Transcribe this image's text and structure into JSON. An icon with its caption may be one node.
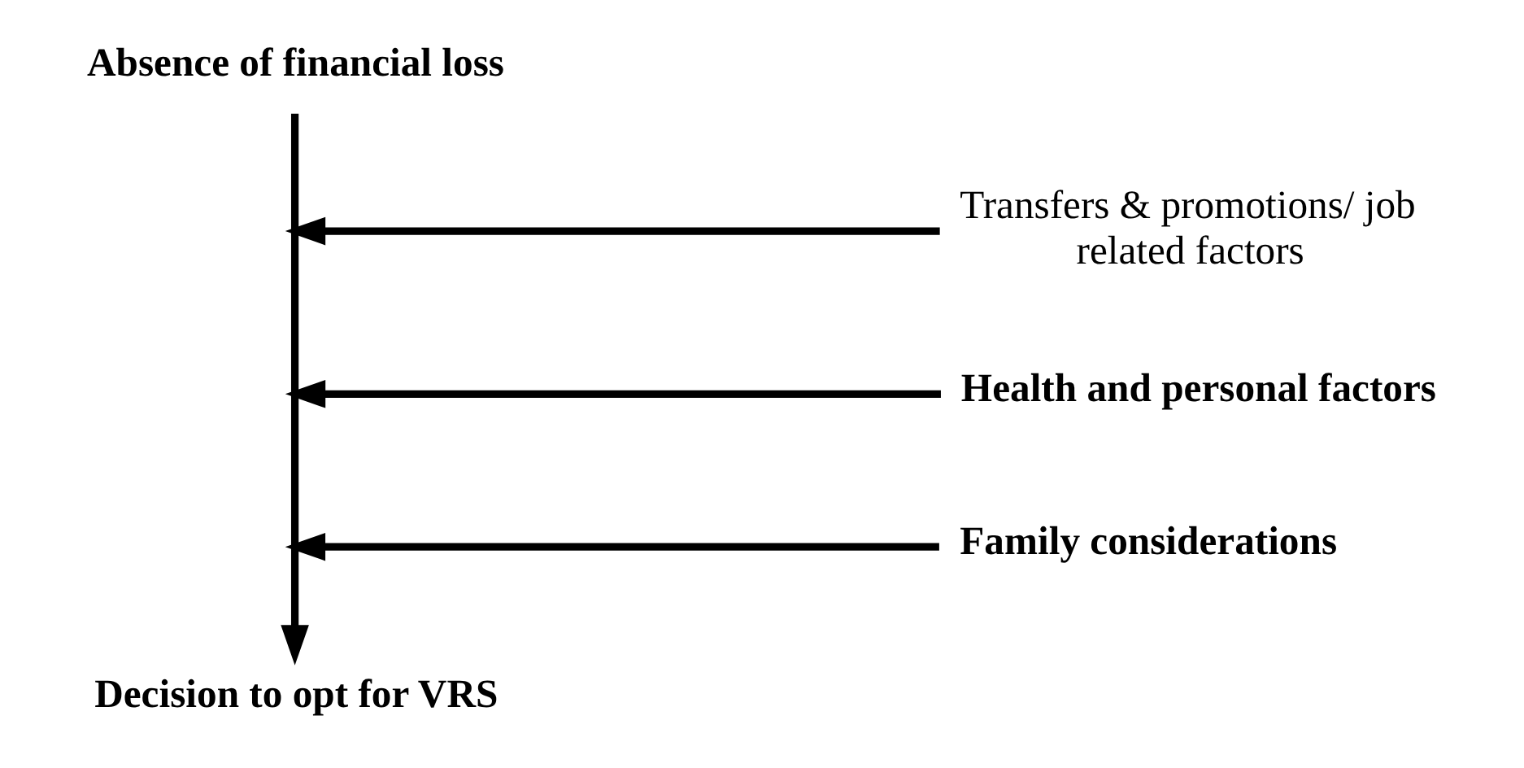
{
  "diagram": {
    "nodes": [
      {
        "text": [
          "Absence of financial loss"
        ]
      },
      {
        "text": [
          "Decision to opt for VRS"
        ]
      },
      {
        "text": [
          "Transfers & promotions/ job related factors"
        ]
      },
      {
        "text": [
          "Health and personal factors"
        ]
      },
      {
        "text": [
          "Family considerations"
        ]
      }
    ],
    "edges": [
      {
        "from": 0,
        "to": 1,
        "arrow": "to"
      },
      {
        "from": 2,
        "to": null,
        "arrow": "to"
      },
      {
        "from": 3,
        "to": null,
        "arrow": "to"
      },
      {
        "from": 4,
        "to": null,
        "arrow": "to"
      }
    ]
  }
}
